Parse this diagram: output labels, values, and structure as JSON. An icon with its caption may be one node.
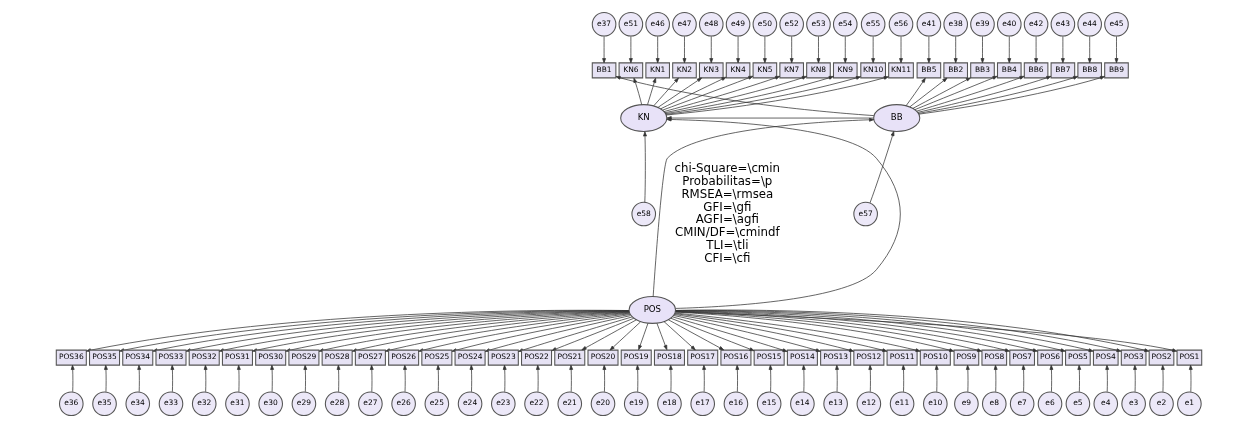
{
  "diagram": {
    "nodes": [
      {
        "text": [
          "e37"
        ]
      },
      {
        "text": [
          "e38"
        ]
      },
      {
        "text": [
          "e39"
        ]
      },
      {
        "text": [
          "e40"
        ]
      },
      {
        "text": [
          "e41"
        ]
      },
      {
        "text": [
          "e42"
        ]
      },
      {
        "text": [
          "e43"
        ]
      },
      {
        "text": [
          "e44"
        ]
      },
      {
        "text": [
          "e45"
        ]
      },
      {
        "text": [
          "e46"
        ]
      },
      {
        "text": [
          "e47"
        ]
      },
      {
        "text": [
          "e48"
        ]
      },
      {
        "text": [
          "e49"
        ]
      },
      {
        "text": [
          "e50"
        ]
      },
      {
        "text": [
          "e51"
        ]
      },
      {
        "text": [
          "e52"
        ]
      },
      {
        "text": [
          "e53"
        ]
      },
      {
        "text": [
          "e54"
        ]
      },
      {
        "text": [
          "e55"
        ]
      },
      {
        "text": [
          "e56"
        ]
      },
      {
        "text": [
          "BB1"
        ]
      },
      {
        "text": [
          "BB2"
        ]
      },
      {
        "text": [
          "BB3"
        ]
      },
      {
        "text": [
          "BB4"
        ]
      },
      {
        "text": [
          "BB5"
        ]
      },
      {
        "text": [
          "BB6"
        ]
      },
      {
        "text": [
          "BB7"
        ]
      },
      {
        "text": [
          "BB8"
        ]
      },
      {
        "text": [
          "BB9"
        ]
      },
      {
        "text": [
          "KN1"
        ]
      },
      {
        "text": [
          "KN2"
        ]
      },
      {
        "text": [
          "KN3"
        ]
      },
      {
        "text": [
          "KN4"
        ]
      },
      {
        "text": [
          "KN5"
        ]
      },
      {
        "text": [
          "KN6"
        ]
      },
      {
        "text": [
          "KN7"
        ]
      },
      {
        "text": [
          "KN8"
        ]
      },
      {
        "text": [
          "KN9"
        ]
      },
      {
        "text": [
          "KN10"
        ]
      },
      {
        "text": [
          "KN11"
        ]
      },
      {
        "text": [
          "BB"
        ]
      },
      {
        "text": [
          "KN"
        ]
      },
      {
        "text": [
          "e57"
        ]
      },
      {
        "text": [
          "e58"
        ]
      },
      {
        "text": [
          "POS"
        ]
      },
      {
        "text": [
          "POS36"
        ]
      },
      {
        "text": [
          "POS35"
        ]
      },
      {
        "text": [
          "POS34"
        ]
      },
      {
        "text": [
          "POS33"
        ]
      },
      {
        "text": [
          "POS32"
        ]
      },
      {
        "text": [
          "POS31"
        ]
      },
      {
        "text": [
          "POS30"
        ]
      },
      {
        "text": [
          "POS29"
        ]
      },
      {
        "text": [
          "POS28"
        ]
      },
      {
        "text": [
          "POS27"
        ]
      },
      {
        "text": [
          "POS26"
        ]
      },
      {
        "text": [
          "POS25"
        ]
      },
      {
        "text": [
          "POS24"
        ]
      },
      {
        "text": [
          "POS23"
        ]
      },
      {
        "text": [
          "POS22"
        ]
      },
      {
        "text": [
          "POS21"
        ]
      },
      {
        "text": [
          "POS20"
        ]
      },
      {
        "text": [
          "POS19"
        ]
      },
      {
        "text": [
          "POS18"
        ]
      },
      {
        "text": [
          "POS17"
        ]
      },
      {
        "text": [
          "POS16"
        ]
      },
      {
        "text": [
          "POS15"
        ]
      },
      {
        "text": [
          "POS14"
        ]
      },
      {
        "text": [
          "POS13"
        ]
      },
      {
        "text": [
          "POS12"
        ]
      },
      {
        "text": [
          "POS11"
        ]
      },
      {
        "text": [
          "POS10"
        ]
      },
      {
        "text": [
          "POS9"
        ]
      },
      {
        "text": [
          "POS8"
        ]
      },
      {
        "text": [
          "POS7"
        ]
      },
      {
        "text": [
          "POS6"
        ]
      },
      {
        "text": [
          "POS5"
        ]
      },
      {
        "text": [
          "POS4"
        ]
      },
      {
        "text": [
          "POS3"
        ]
      },
      {
        "text": [
          "POS2"
        ]
      },
      {
        "text": [
          "POS1"
        ]
      },
      {
        "text": [
          "e36"
        ]
      },
      {
        "text": [
          "e35"
        ]
      },
      {
        "text": [
          "e34"
        ]
      },
      {
        "text": [
          "e33"
        ]
      },
      {
        "text": [
          "e32"
        ]
      },
      {
        "text": [
          "e31"
        ]
      },
      {
        "text": [
          "e30"
        ]
      },
      {
        "text": [
          "e29"
        ]
      },
      {
        "text": [
          "e28"
        ]
      },
      {
        "text": [
          "e27"
        ]
      },
      {
        "text": [
          "e26"
        ]
      },
      {
        "text": [
          "e25"
        ]
      },
      {
        "text": [
          "e24"
        ]
      },
      {
        "text": [
          "e23"
        ]
      },
      {
        "text": [
          "e22"
        ]
      },
      {
        "text": [
          "e21"
        ]
      },
      {
        "text": [
          "e20"
        ]
      },
      {
        "text": [
          "e19"
        ]
      },
      {
        "text": [
          "e18"
        ]
      },
      {
        "text": [
          "e17"
        ]
      },
      {
        "text": [
          "e16"
        ]
      },
      {
        "text": [
          "e15"
        ]
      },
      {
        "text": [
          "e14"
        ]
      },
      {
        "text": [
          "e13"
        ]
      },
      {
        "text": [
          "e12"
        ]
      },
      {
        "text": [
          "e11"
        ]
      },
      {
        "text": [
          "e10"
        ]
      },
      {
        "text": [
          "e9"
        ]
      },
      {
        "text": [
          "e8"
        ]
      },
      {
        "text": [
          "e7"
        ]
      },
      {
        "text": [
          "e6"
        ]
      },
      {
        "text": [
          "e5"
        ]
      },
      {
        "text": [
          "e4"
        ]
      },
      {
        "text": [
          "e3"
        ]
      },
      {
        "text": [
          "e2"
        ]
      },
      {
        "text": [
          "e1"
        ]
      }
    ],
    "edges": [
      {
        "from": 0,
        "to": 20,
        "arrow": "to"
      },
      {
        "from": 1,
        "to": 21,
        "arrow": "to"
      },
      {
        "from": 2,
        "to": 22,
        "arrow": "to"
      },
      {
        "from": 3,
        "to": 23,
        "arrow": "to"
      },
      {
        "from": 4,
        "to": 24,
        "arrow": "to"
      },
      {
        "from": 5,
        "to": 25,
        "arrow": "to"
      },
      {
        "from": 6,
        "to": 26,
        "arrow": "to"
      },
      {
        "from": 7,
        "to": 27,
        "arrow": "to"
      },
      {
        "from": 8,
        "to": 28,
        "arrow": "to"
      },
      {
        "from": 9,
        "to": 29,
        "arrow": "to"
      },
      {
        "from": 10,
        "to": 30,
        "arrow": "to"
      },
      {
        "from": 11,
        "to": 31,
        "arrow": "to"
      },
      {
        "from": 12,
        "to": 32,
        "arrow": "to"
      },
      {
        "from": 13,
        "to": 33,
        "arrow": "to"
      },
      {
        "from": 14,
        "to": 34,
        "arrow": "to"
      },
      {
        "from": 15,
        "to": 35,
        "arrow": "to"
      },
      {
        "from": 16,
        "to": 36,
        "arrow": "to"
      },
      {
        "from": 17,
        "to": 37,
        "arrow": "to"
      },
      {
        "from": 18,
        "to": 38,
        "arrow": "to"
      },
      {
        "from": 19,
        "to": 39,
        "arrow": "to"
      },
      {
        "from": 40,
        "to": 20,
        "arrow": "to"
      },
      {
        "from": 40,
        "to": 21,
        "arrow": "to"
      },
      {
        "from": 40,
        "to": 22,
        "arrow": "to"
      },
      {
        "from": 40,
        "to": 23,
        "arrow": "to"
      },
      {
        "from": 40,
        "to": 24,
        "arrow": "to"
      },
      {
        "from": 40,
        "to": 25,
        "arrow": "to"
      },
      {
        "from": 40,
        "to": 26,
        "arrow": "to"
      },
      {
        "from": 40,
        "to": 27,
        "arrow": "to"
      },
      {
        "from": 40,
        "to": 28,
        "arrow": "to"
      },
      {
        "from": 41,
        "to": 29,
        "arrow": "to"
      },
      {
        "from": 41,
        "to": 30,
        "arrow": "to"
      },
      {
        "from": 41,
        "to": 31,
        "arrow": "to"
      },
      {
        "from": 41,
        "to": 32,
        "arrow": "to"
      },
      {
        "from": 41,
        "to": 33,
        "arrow": "to"
      },
      {
        "from": 41,
        "to": 34,
        "arrow": "to"
      },
      {
        "from": 41,
        "to": 35,
        "arrow": "to"
      },
      {
        "from": 41,
        "to": 36,
        "arrow": "to"
      },
      {
        "from": 41,
        "to": 37,
        "arrow": "to"
      },
      {
        "from": 41,
        "to": 38,
        "arrow": "to"
      },
      {
        "from": 41,
        "to": 39,
        "arrow": "to"
      },
      {
        "from": 40,
        "to": 41,
        "arrow": "to"
      },
      {
        "from": 42,
        "to": 40,
        "arrow": "to"
      },
      {
        "from": 43,
        "to": 41,
        "arrow": "to"
      },
      {
        "from": 44,
        "to": 40,
        "arrow": "to"
      },
      {
        "from": 44,
        "to": 41,
        "arrow": "to"
      },
      {
        "from": 44,
        "to": 45,
        "arrow": "to"
      },
      {
        "from": 44,
        "to": 46,
        "arrow": "to"
      },
      {
        "from": 44,
        "to": 47,
        "arrow": "to"
      },
      {
        "from": 44,
        "to": 48,
        "arrow": "to"
      },
      {
        "from": 44,
        "to": 49,
        "arrow": "to"
      },
      {
        "from": 44,
        "to": 50,
        "arrow": "to"
      },
      {
        "from": 44,
        "to": 51,
        "arrow": "to"
      },
      {
        "from": 44,
        "to": 52,
        "arrow": "to"
      },
      {
        "from": 44,
        "to": 53,
        "arrow": "to"
      },
      {
        "from": 44,
        "to": 54,
        "arrow": "to"
      },
      {
        "from": 44,
        "to": 55,
        "arrow": "to"
      },
      {
        "from": 44,
        "to": 56,
        "arrow": "to"
      },
      {
        "from": 44,
        "to": 57,
        "arrow": "to"
      },
      {
        "from": 44,
        "to": 58,
        "arrow": "to"
      },
      {
        "from": 44,
        "to": 59,
        "arrow": "to"
      },
      {
        "from": 44,
        "to": 60,
        "arrow": "to"
      },
      {
        "from": 44,
        "to": 61,
        "arrow": "to"
      },
      {
        "from": 44,
        "to": 62,
        "arrow": "to"
      },
      {
        "from": 44,
        "to": 63,
        "arrow": "to"
      },
      {
        "from": 44,
        "to": 64,
        "arrow": "to"
      },
      {
        "from": 44,
        "to": 65,
        "arrow": "to"
      },
      {
        "from": 44,
        "to": 66,
        "arrow": "to"
      },
      {
        "from": 44,
        "to": 67,
        "arrow": "to"
      },
      {
        "from": 44,
        "to": 68,
        "arrow": "to"
      },
      {
        "from": 44,
        "to": 69,
        "arrow": "to"
      },
      {
        "from": 44,
        "to": 70,
        "arrow": "to"
      },
      {
        "from": 44,
        "to": 71,
        "arrow": "to"
      },
      {
        "from": 44,
        "to": 72,
        "arrow": "to"
      },
      {
        "from": 44,
        "to": 73,
        "arrow": "to"
      },
      {
        "from": 44,
        "to": 74,
        "arrow": "to"
      },
      {
        "from": 44,
        "to": 75,
        "arrow": "to"
      },
      {
        "from": 44,
        "to": 76,
        "arrow": "to"
      },
      {
        "from": 44,
        "to": 77,
        "arrow": "to"
      },
      {
        "from": 44,
        "to": 78,
        "arrow": "to"
      },
      {
        "from": 44,
        "to": 79,
        "arrow": "to"
      },
      {
        "from": 44,
        "to": 80,
        "arrow": "to"
      },
      {
        "from": 81,
        "to": 45,
        "arrow": "to"
      },
      {
        "from": 82,
        "to": 46,
        "arrow": "to"
      },
      {
        "from": 83,
        "to": 47,
        "arrow": "to"
      },
      {
        "from": 84,
        "to": 48,
        "arrow": "to"
      },
      {
        "from": 85,
        "to": 49,
        "arrow": "to"
      },
      {
        "from": 86,
        "to": 50,
        "arrow": "to"
      },
      {
        "from": 87,
        "to": 51,
        "arrow": "to"
      },
      {
        "from": 88,
        "to": 52,
        "arrow": "to"
      },
      {
        "from": 89,
        "to": 53,
        "arrow": "to"
      },
      {
        "from": 90,
        "to": 54,
        "arrow": "to"
      },
      {
        "from": 91,
        "to": 55,
        "arrow": "to"
      },
      {
        "from": 92,
        "to": 56,
        "arrow": "to"
      },
      {
        "from": 93,
        "to": 57,
        "arrow": "to"
      },
      {
        "from": 94,
        "to": 58,
        "arrow": "to"
      },
      {
        "from": 95,
        "to": 59,
        "arrow": "to"
      },
      {
        "from": 96,
        "to": 60,
        "arrow": "to"
      },
      {
        "from": 97,
        "to": 61,
        "arrow": "to"
      },
      {
        "from": 98,
        "to": 62,
        "arrow": "to"
      },
      {
        "from": 99,
        "to": 63,
        "arrow": "to"
      },
      {
        "from": 100,
        "to": 64,
        "arrow": "to"
      },
      {
        "from": 101,
        "to": 65,
        "arrow": "to"
      },
      {
        "from": 102,
        "to": 66,
        "arrow": "to"
      },
      {
        "from": 103,
        "to": 67,
        "arrow": "to"
      },
      {
        "from": 104,
        "to": 68,
        "arrow": "to"
      },
      {
        "from": 105,
        "to": 69,
        "arrow": "to"
      },
      {
        "from": 106,
        "to": 70,
        "arrow": "to"
      },
      {
        "from": 107,
        "to": 71,
        "arrow": "to"
      },
      {
        "from": 108,
        "to": 72,
        "arrow": "to"
      },
      {
        "from": 109,
        "to": 73,
        "arrow": "to"
      },
      {
        "from": 110,
        "to": 74,
        "arrow": "to"
      },
      {
        "from": 111,
        "to": 75,
        "arrow": "to"
      },
      {
        "from": 112,
        "to": 76,
        "arrow": "to"
      },
      {
        "from": 113,
        "to": 77,
        "arrow": "to"
      },
      {
        "from": 114,
        "to": 78,
        "arrow": "to"
      },
      {
        "from": 115,
        "to": 79,
        "arrow": "to"
      },
      {
        "from": 116,
        "to": 80,
        "arrow": "to"
      }
    ],
    "labels": [
      "chi-Square=\\cmin",
      "Probabilitas=\\p",
      "RMSEA=\\rmsea",
      "GFI=\\gfi",
      "AGFI=\\agfi",
      "CMIN/DF=\\cmindf",
      "TLI=\\tli",
      "CFI=\\cfi"
    ]
  }
}
